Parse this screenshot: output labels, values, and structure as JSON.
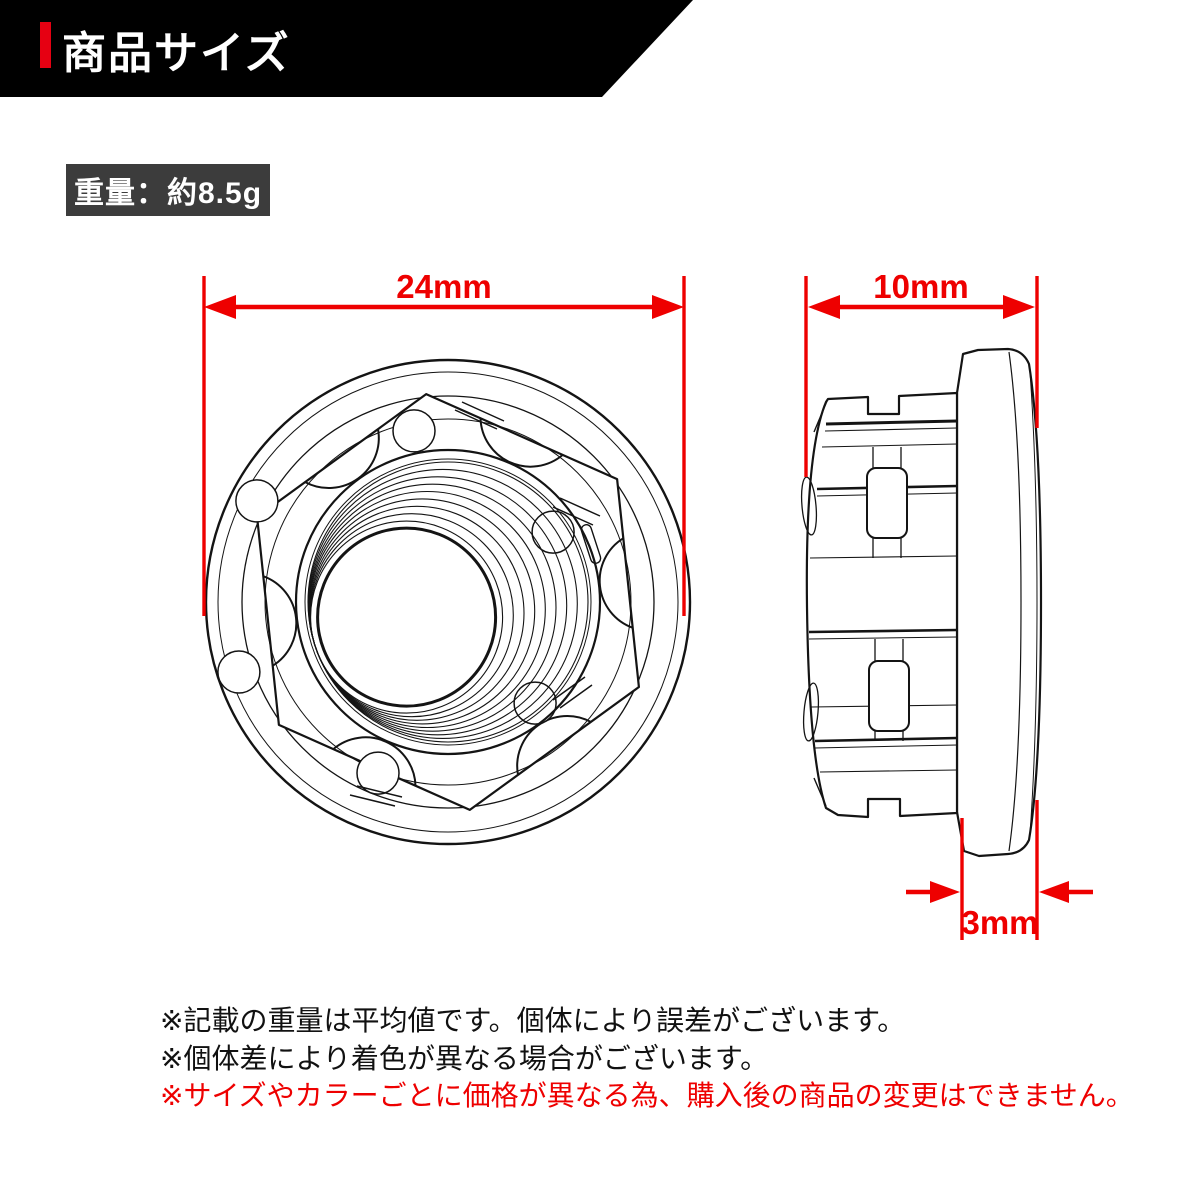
{
  "header": {
    "title": "商品サイズ"
  },
  "weight_badge": {
    "label": "重量：約8.5g"
  },
  "diagram": {
    "front_view": {
      "width_label": "24mm"
    },
    "side_view": {
      "depth_label": "10mm",
      "flange_thickness_label": "3mm"
    }
  },
  "notes": {
    "line1": "※記載の重量は平均値です。個体により誤差がございます。",
    "line2": "※個体差により着色が異なる場合がございます。",
    "line3": "※サイズやカラーごとに価格が異なる為、購入後の商品の変更はできません。"
  },
  "colors": {
    "accent_red": "#e60012",
    "dimension_red": "#ee0000",
    "banner_black": "#000000",
    "weight_box_bg": "#3c3c3c",
    "drawing_line": "#141414"
  }
}
